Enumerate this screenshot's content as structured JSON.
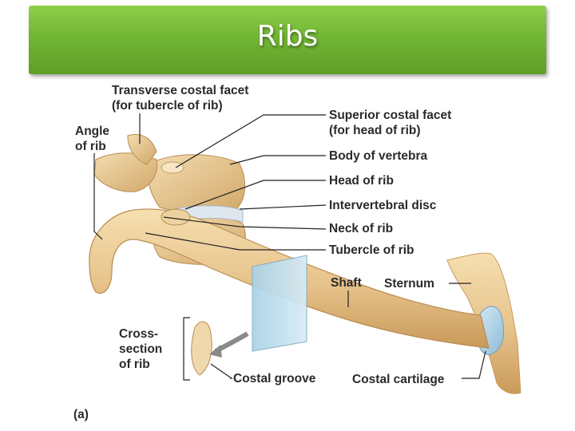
{
  "slide": {
    "title": "Ribs"
  },
  "labels": {
    "transverse_line1": "Transverse costal facet",
    "transverse_line2": "(for tubercle of rib)",
    "angle_line1": "Angle",
    "angle_line2": "of rib",
    "superior_line1": "Superior costal facet",
    "superior_line2": "(for head of rib)",
    "body_of_vertebra": "Body of vertebra",
    "head_of_rib": "Head of rib",
    "intervertebral_disc": "Intervertebral disc",
    "neck_of_rib": "Neck of rib",
    "tubercle_of_rib": "Tubercle of rib",
    "shaft": "Shaft",
    "sternum": "Sternum",
    "cross_line1": "Cross-",
    "cross_line2": "section",
    "cross_line3": "of rib",
    "costal_groove": "Costal groove",
    "costal_cartilage": "Costal cartilage",
    "panel_letter": "(a)"
  },
  "colors": {
    "banner_green": "#72b634",
    "bone": "#e9c892",
    "bone_shadow": "#c99a5a",
    "cartilage": "#b9d8ea",
    "disc": "#dfe7ee",
    "leader_line": "#222222"
  }
}
